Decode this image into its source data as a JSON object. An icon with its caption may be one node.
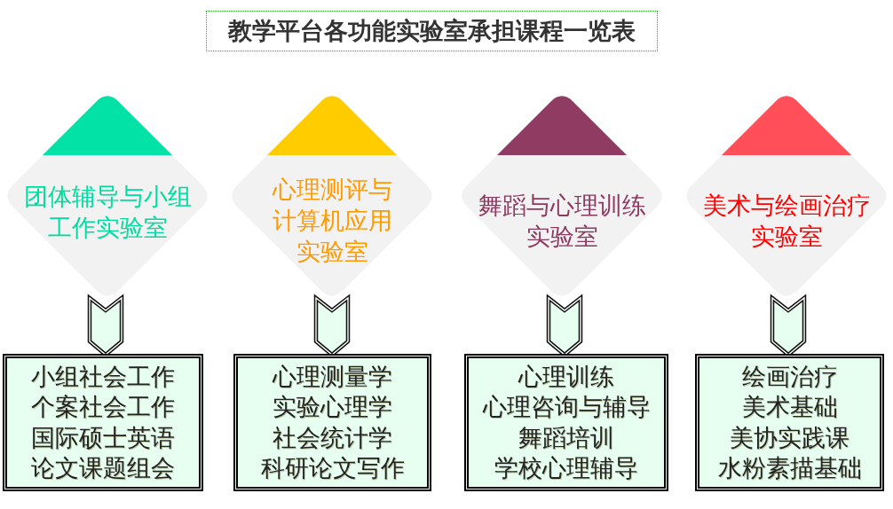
{
  "diagram": {
    "title": "教学平台各功能实验室承担课程一览表",
    "nodes": [
      {
        "text": [
          "团体辅导与小组工作实验室"
        ]
      },
      {
        "text": [
          "心理测评与计算机应用实验室"
        ]
      },
      {
        "text": [
          "舞蹈与心理训练实验室"
        ]
      },
      {
        "text": [
          "美术与绘画治疗实验室"
        ]
      },
      {
        "text": [
          "小组社会工作",
          "个案社会工作",
          "国际硕士英语",
          "论文课题组会"
        ]
      },
      {
        "text": [
          "心理测量学",
          "实验心理学",
          "社会统计学",
          "科研论文写作"
        ]
      },
      {
        "text": [
          "心理训练",
          "心理咨询与辅导",
          "舞蹈培训",
          "学校心理辅导"
        ]
      },
      {
        "text": [
          "绘画治疗",
          "美术基础",
          "美协实践课",
          "水粉素描基础"
        ]
      }
    ],
    "edges": [
      {
        "from": 0,
        "to": 4,
        "arrow": "to"
      },
      {
        "from": 1,
        "to": 5,
        "arrow": "to"
      },
      {
        "from": 2,
        "to": 6,
        "arrow": "to"
      },
      {
        "from": 3,
        "to": 7,
        "arrow": "to"
      }
    ]
  }
}
